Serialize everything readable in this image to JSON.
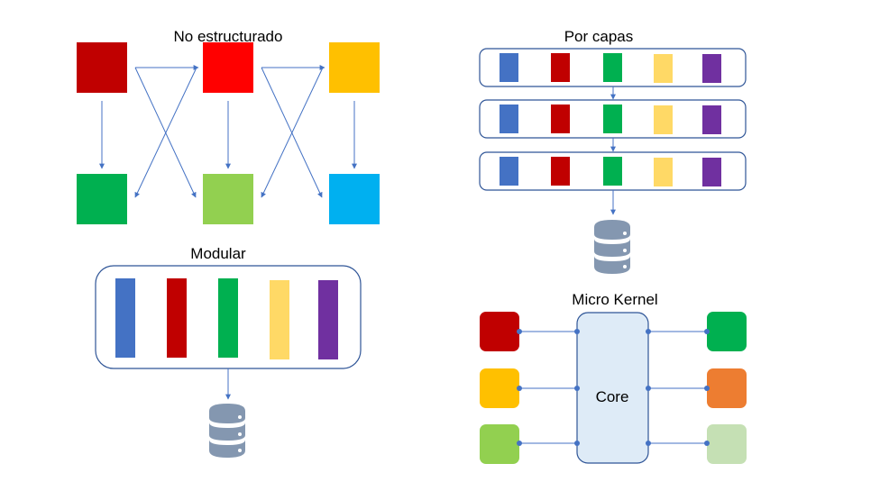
{
  "titles": {
    "unstructured": "No estructurado",
    "layered": "Por capas",
    "modular": "Modular",
    "microkernel": "Micro Kernel"
  },
  "microkernel": {
    "core_label": "Core"
  },
  "colors": {
    "dark_red": "#C00000",
    "red": "#FF0000",
    "amber": "#FFC000",
    "green": "#00B050",
    "light_green": "#92D050",
    "sky_blue": "#00B0F0",
    "blue": "#4472C4",
    "yellow": "#FFD966",
    "purple": "#7030A0",
    "orange": "#ED7D31",
    "pale_green": "#C5E0B4",
    "core_fill": "#DEEBF7",
    "connector": "#4472C4",
    "container_stroke": "#2F5597",
    "database": "#8497B0"
  },
  "icons": {
    "database": "database-icon"
  }
}
